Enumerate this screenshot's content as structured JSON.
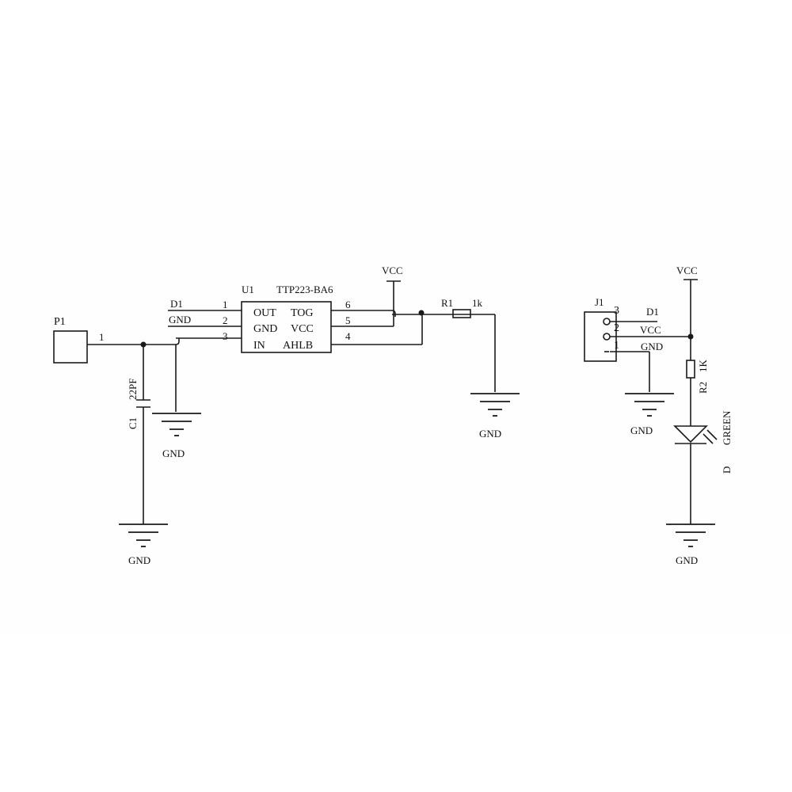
{
  "left_circuit": {
    "p1": {
      "ref": "P1",
      "pin": "1"
    },
    "c1": {
      "ref": "C1",
      "value": "22PF"
    },
    "u1": {
      "ref": "U1",
      "part": "TTP223-BA6",
      "net_pin1": "D1",
      "net_pin2": "GND",
      "pins_left": [
        {
          "num": "1",
          "name": "OUT"
        },
        {
          "num": "2",
          "name": "GND"
        },
        {
          "num": "3",
          "name": "IN"
        }
      ],
      "pins_right": [
        {
          "num": "6",
          "name": "TOG"
        },
        {
          "num": "5",
          "name": "VCC"
        },
        {
          "num": "4",
          "name": "AHLB"
        }
      ]
    },
    "vcc": "VCC",
    "r1": {
      "ref": "R1",
      "value": "1k"
    },
    "gnd_c1": "GND",
    "gnd_pin": "GND",
    "gnd_tog": "GND"
  },
  "right_circuit": {
    "j1": {
      "ref": "J1",
      "pins": [
        "D1",
        "VCC",
        "GND"
      ],
      "pin_marks": [
        "3",
        "2",
        "1"
      ]
    },
    "vcc": "VCC",
    "r2": {
      "ref": "R2",
      "value": "1K"
    },
    "led": {
      "ref": "D",
      "value": "GREEN"
    },
    "gnd_j1": "GND",
    "gnd_led": "GND"
  }
}
